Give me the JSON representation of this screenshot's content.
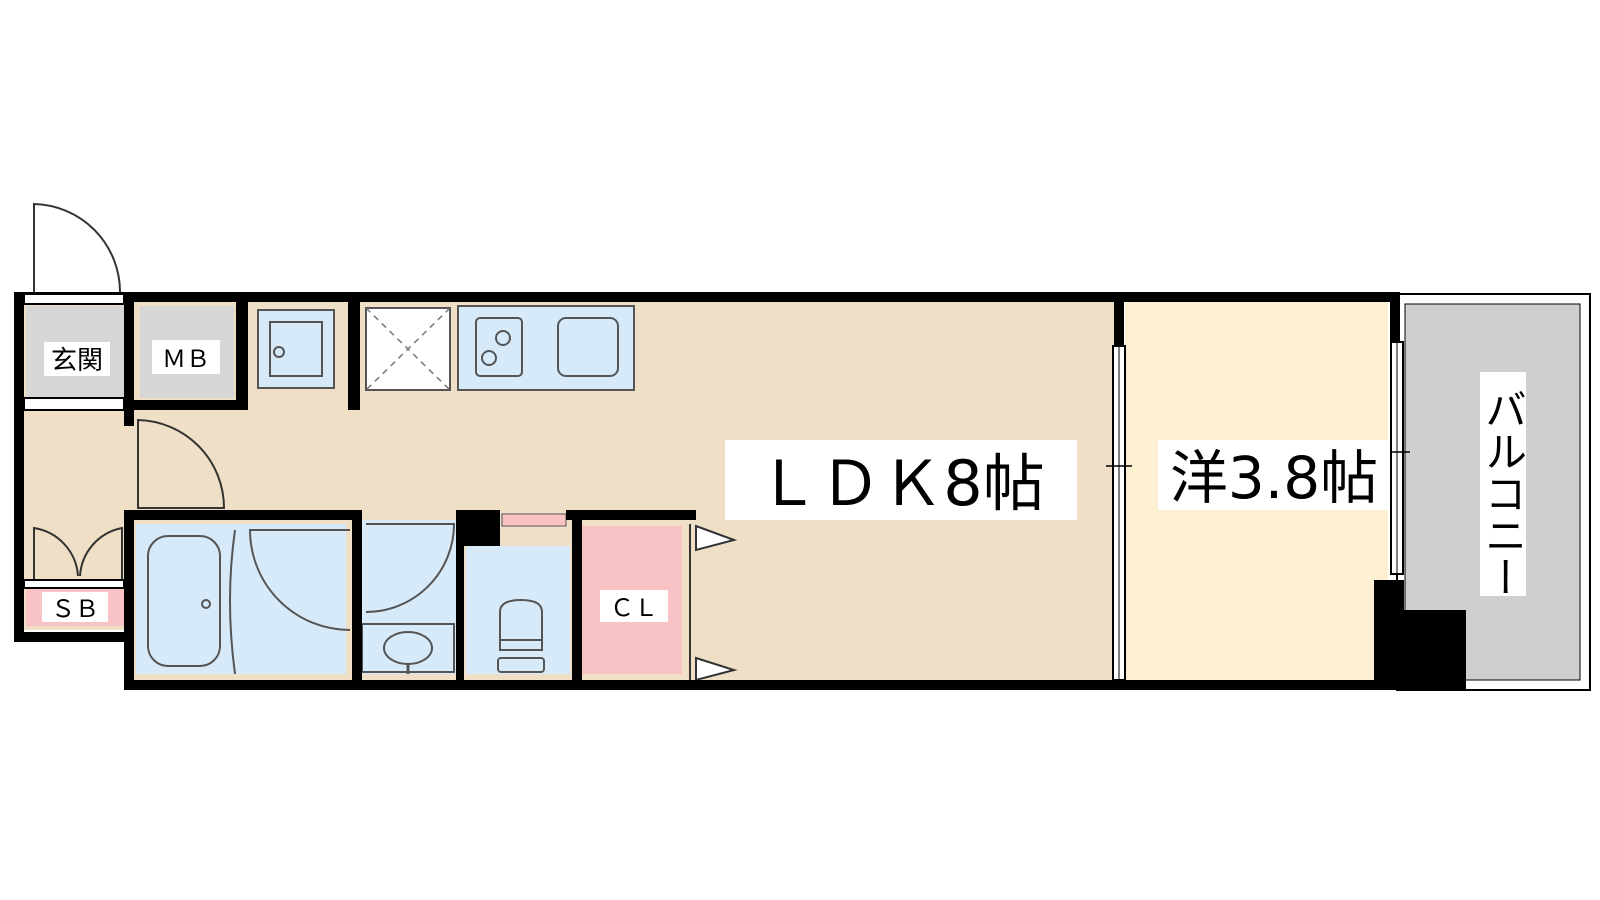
{
  "rooms": {
    "ldk": {
      "label": "ＬＤＫ8帖"
    },
    "western": {
      "label": "洋3.8帖"
    },
    "balcony": {
      "label": "バルコニー"
    },
    "entrance": {
      "label": "玄関"
    },
    "meter_box": {
      "label": "ＭＢ"
    },
    "shoe_box": {
      "label": "ＳＢ"
    },
    "closet": {
      "label": "ＣＬ"
    }
  },
  "colors": {
    "ldk_floor": "#efdfc6",
    "western_floor": "#fcefd2",
    "wet_area": "#d7eaf9",
    "storage_gray": "#d6d6d6",
    "closet_pink": "#f9c2c4",
    "balcony_gray": "#cfcfcf",
    "wall": "#000000"
  }
}
